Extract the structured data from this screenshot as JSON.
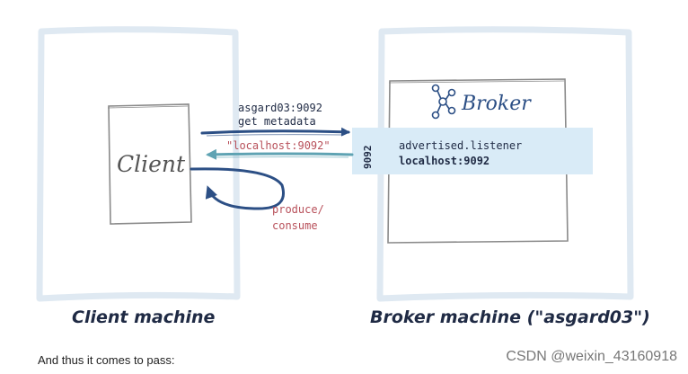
{
  "client_label": "Client",
  "broker_label": "Broker",
  "arrow_request": {
    "line1": "asgard03:9092",
    "line2": "get metadata"
  },
  "arrow_response": "\"localhost:9092\"",
  "loop_label": {
    "line1": "produce/",
    "line2": "consume"
  },
  "port": "9092",
  "listener": {
    "key": "advertised.listener",
    "value": "localhost:9092"
  },
  "client_machine_caption": "Client machine",
  "broker_machine_caption": "Broker machine (\"asgard03\")",
  "footer_text": "And thus it comes to pass:",
  "watermark": "CSDN @weixin_43160918",
  "colors": {
    "frame": "#dfe9f2",
    "sketch": "#8a8a8a",
    "arrow_dark": "#2c4f85",
    "arrow_teal": "#5fa3b3",
    "highlight": "#d9ebf7",
    "red_text": "#b8505a",
    "dark_text": "#1f2a44"
  }
}
